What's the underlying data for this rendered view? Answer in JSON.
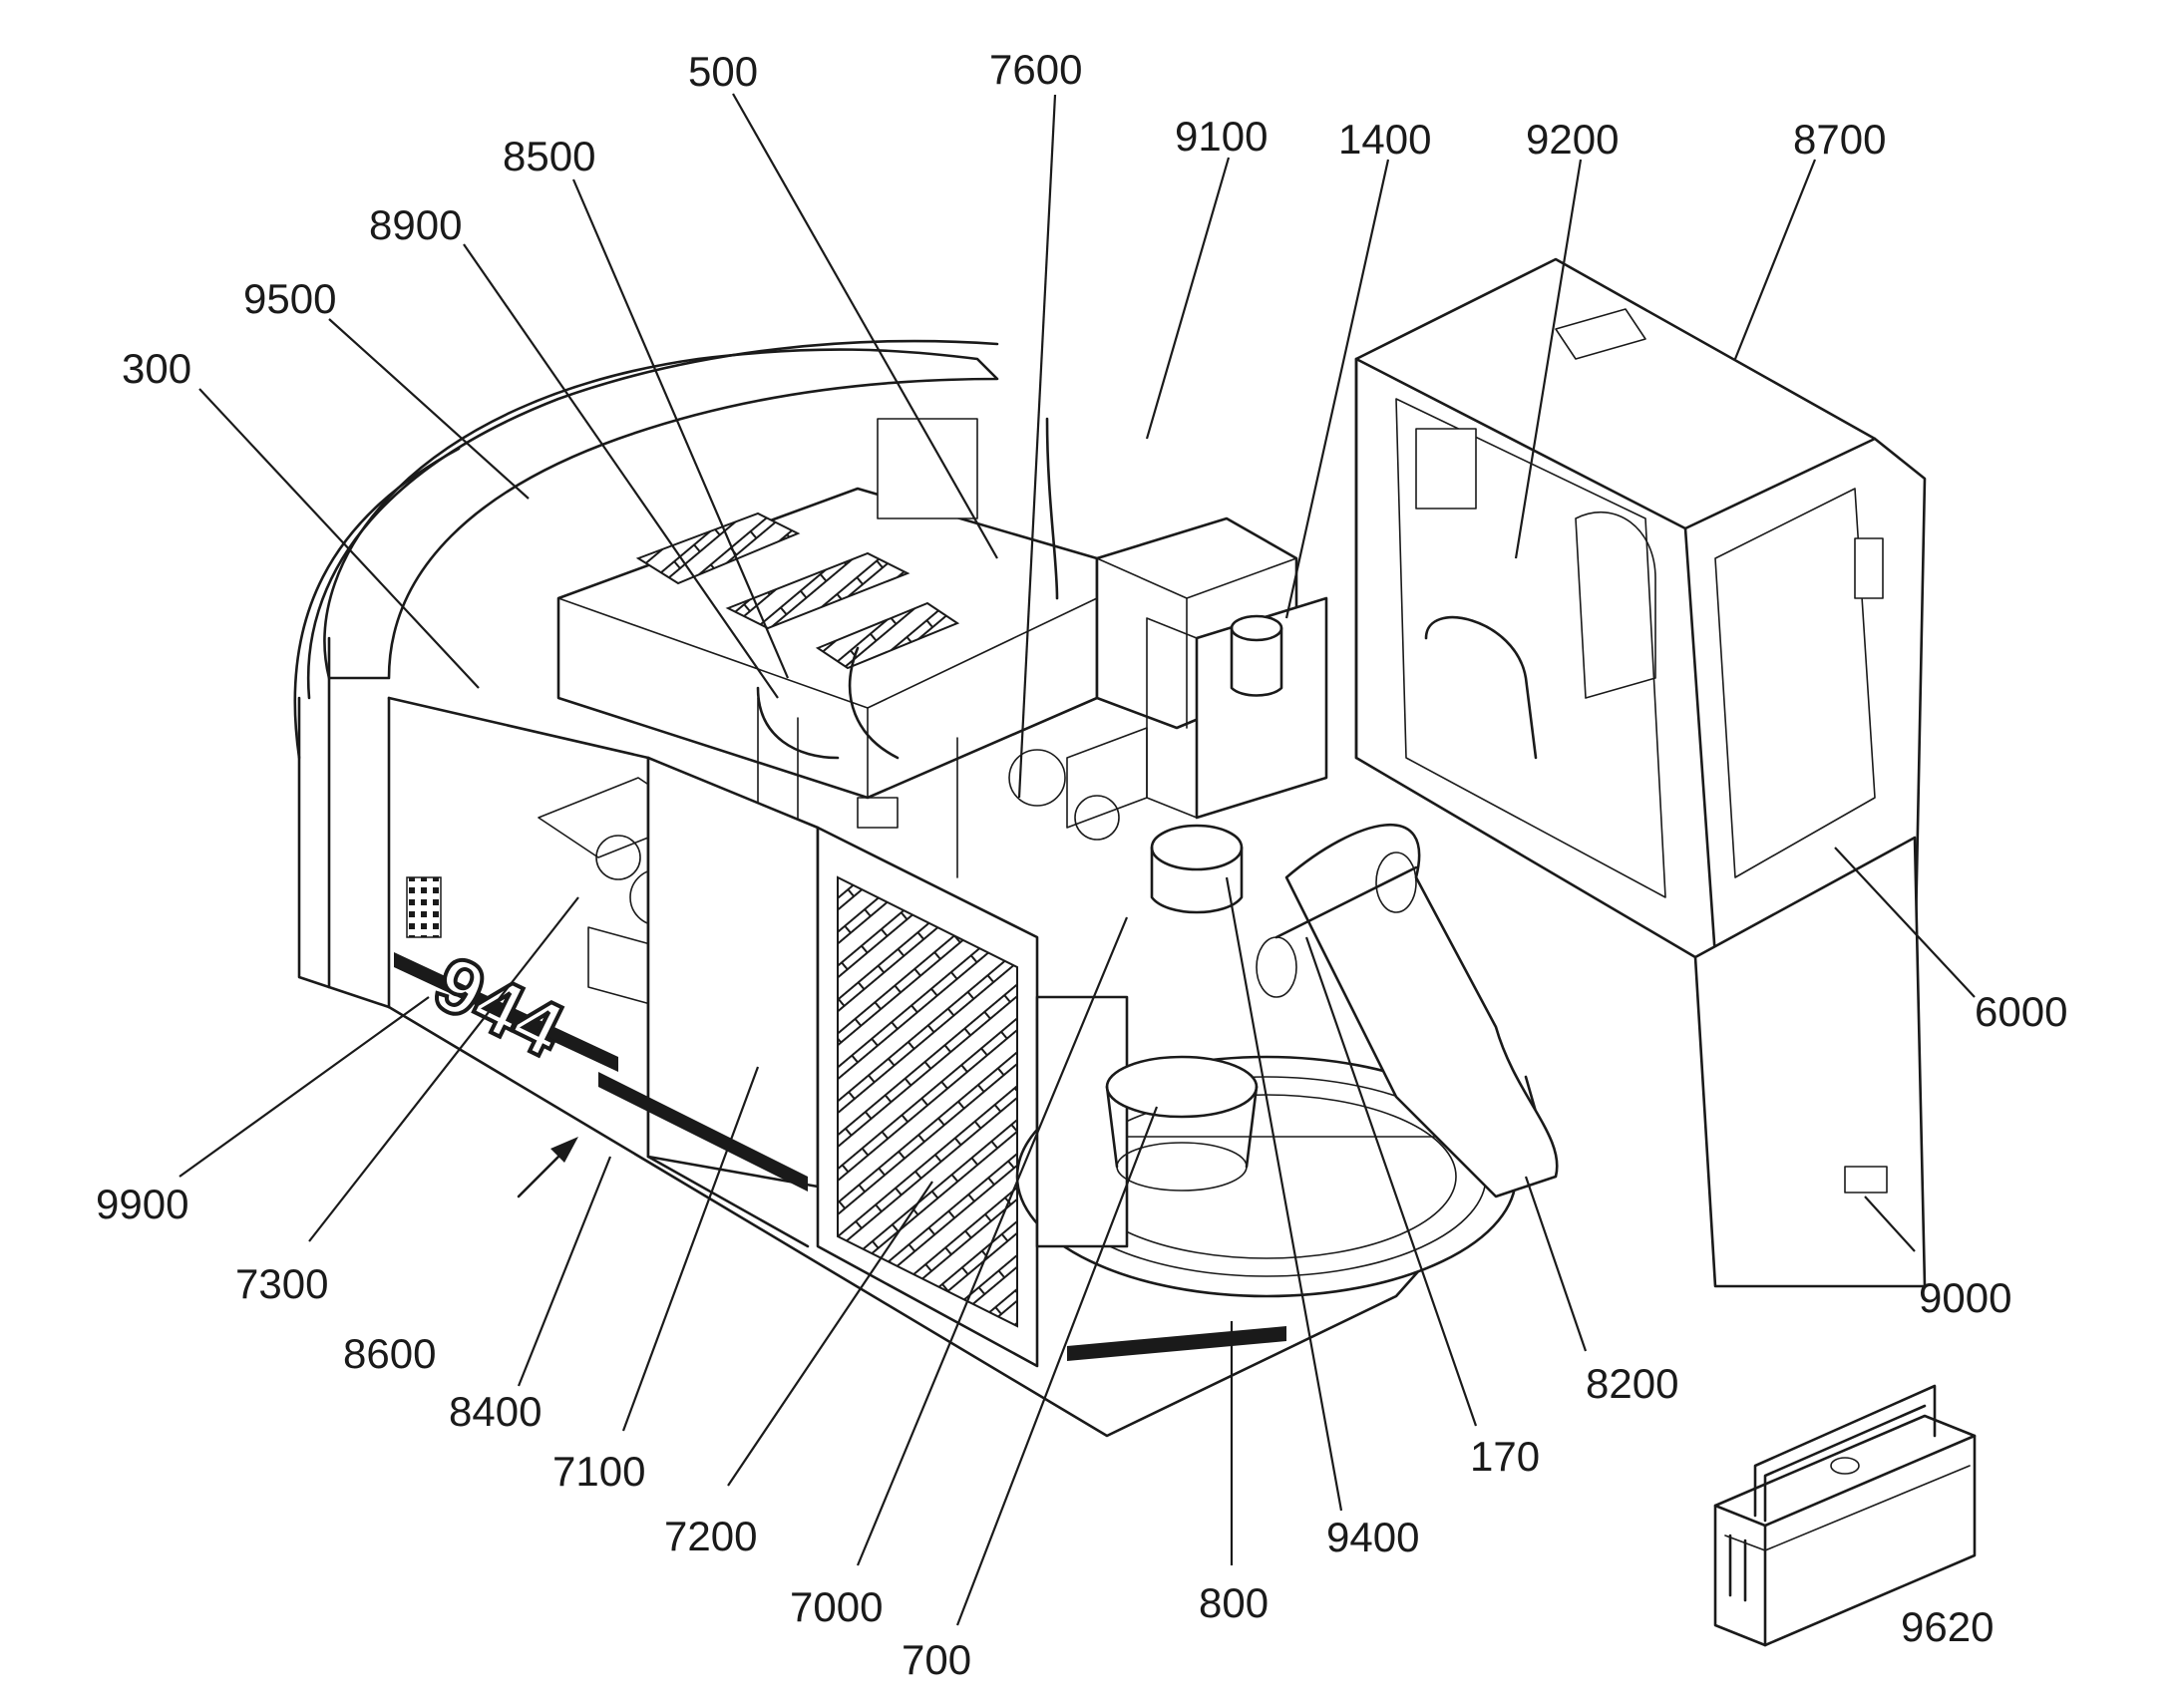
{
  "model_lettering": "944",
  "callouts": [
    {
      "id": "c500",
      "text": "500"
    },
    {
      "id": "c7600",
      "text": "7600"
    },
    {
      "id": "c9100",
      "text": "9100"
    },
    {
      "id": "c1400",
      "text": "1400"
    },
    {
      "id": "c9200",
      "text": "9200"
    },
    {
      "id": "c8700",
      "text": "8700"
    },
    {
      "id": "c8500",
      "text": "8500"
    },
    {
      "id": "c8900",
      "text": "8900"
    },
    {
      "id": "c9500",
      "text": "9500"
    },
    {
      "id": "c300",
      "text": "300"
    },
    {
      "id": "c6000",
      "text": "6000"
    },
    {
      "id": "c9900",
      "text": "9900"
    },
    {
      "id": "c7300",
      "text": "7300"
    },
    {
      "id": "c8600",
      "text": "8600"
    },
    {
      "id": "c8400",
      "text": "8400"
    },
    {
      "id": "c7100",
      "text": "7100"
    },
    {
      "id": "c7200",
      "text": "7200"
    },
    {
      "id": "c7000",
      "text": "7000"
    },
    {
      "id": "c700",
      "text": "700"
    },
    {
      "id": "c800",
      "text": "800"
    },
    {
      "id": "c9400",
      "text": "9400"
    },
    {
      "id": "c170",
      "text": "170"
    },
    {
      "id": "c8200",
      "text": "8200"
    },
    {
      "id": "c9000",
      "text": "9000"
    },
    {
      "id": "c9620",
      "text": "9620"
    }
  ]
}
